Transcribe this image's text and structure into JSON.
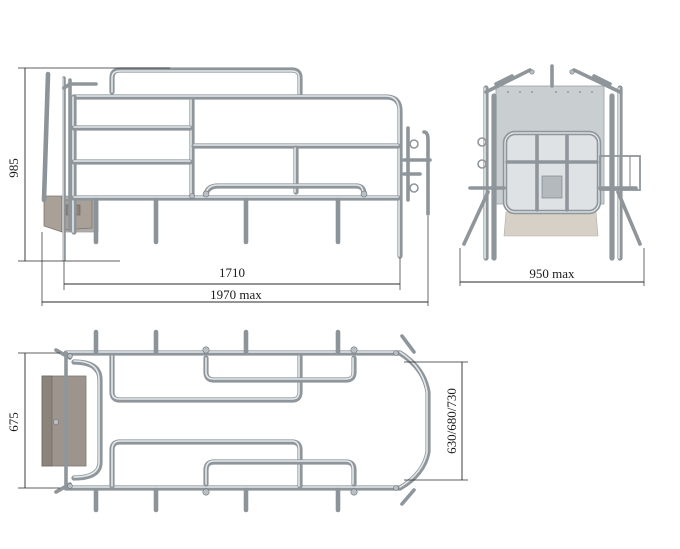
{
  "dimensions": {
    "side_height": "985",
    "side_inner_length": "1710",
    "side_overall_length": "1970 max",
    "front_width": "950 max",
    "top_outer_width": "675",
    "top_inner_width": "630/680/730"
  },
  "colors": {
    "steel": "#8f969b",
    "steel_highlight": "#e4e8eb",
    "trough_plate": "#a9a198",
    "trough_dark": "#6f6a64",
    "sheet_metal": "#c9ced1",
    "dimension_line": "#2a2a2a"
  }
}
